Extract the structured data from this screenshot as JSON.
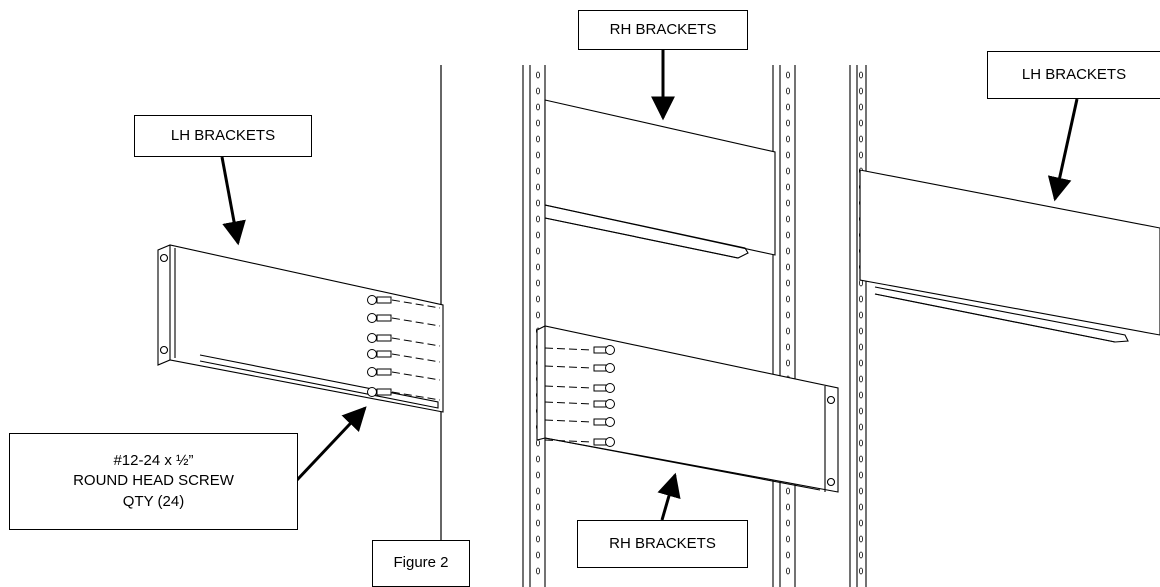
{
  "labels": {
    "lh_left": "LH BRACKETS",
    "rh_top": "RH BRACKETS",
    "lh_right": "LH BRACKETS",
    "rh_bottom": "RH BRACKETS",
    "screw_line1": "#12-24 x ½”",
    "screw_line2": "ROUND HEAD SCREW",
    "screw_line3": "QTY (24)",
    "figure": "Figure 2"
  },
  "colors": {
    "line": "#000000",
    "background": "#ffffff"
  }
}
